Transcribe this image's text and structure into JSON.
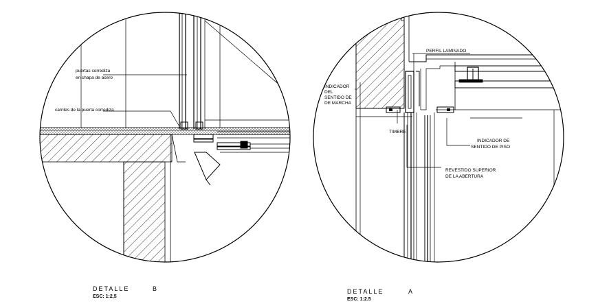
{
  "detail_b": {
    "title_word": "DETALLE",
    "title_letter": "B",
    "scale": "ESC:  1:2,5",
    "labels": {
      "puertas": "puertas corrediza",
      "chapa": "en chapa de acero",
      "carriles": "carriles de la puerta corrediza"
    }
  },
  "detail_a": {
    "title_word": "DETALLE",
    "title_letter": "A",
    "scale": "ESC: 1:2.5",
    "labels": {
      "perfil": "PERFIL LAMINADO",
      "ind_marcha_1": "INDICADOR",
      "ind_marcha_2": "DEL",
      "ind_marcha_3": "SENTIDO DE",
      "ind_marcha_4": "DE MARCHA",
      "timbre": "TIMBRE",
      "ind_piso_1": "INDICADOR DE",
      "ind_piso_2": "SENTIDO DE PISO",
      "revest_1": "REVESTIDO SUPERIOR",
      "revest_2": "DE LA ABERTURA"
    }
  }
}
